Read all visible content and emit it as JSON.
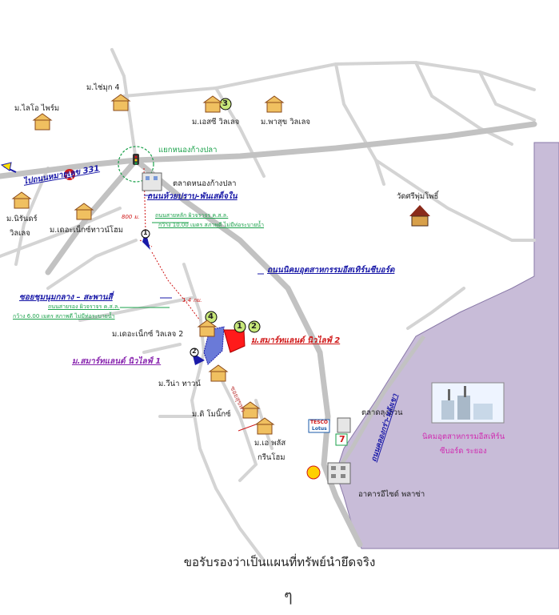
{
  "places": {
    "chaimuk4": "ม.ไช่มุก 4",
    "lolofarm": "ม.ไลโอ ไพร์ม",
    "esc_village": "ม.เอสซี วิลเลจ",
    "pasuk_village": "ม.พาสุข วิลเลจ",
    "nirin_village_line1": "ม.นิรันดร์",
    "nirin_village_line2": "วิลเลจ",
    "connect_townhome": "ม.เดอะเน็กซ์ทาวน์โฮม",
    "connect_village2": "ม.เดอะเน็กซ์ วิลเลจ 2",
    "vina_town": "ม.วีน่า ทาวน์",
    "the_monic": "ม.ดิ โมนิ๊กซ์",
    "ae_plus_line1": "ม.เอ พลัส",
    "ae_plus_line2": "กรีนโฮม",
    "wat": "วัดศรีพุ่มโพธิ์",
    "market_nongkang": "ตลาดหนองก้างปลา",
    "market_lung": "ตลาดลุงอ้วน",
    "arcade": "อาคารอีไซด์ พลาซ่า",
    "junction": "แยกหนองก้างปลา"
  },
  "roads": {
    "route331": "ไปถนนหมายเลข 331",
    "huai_prap": "ถนนห้วยปราบ-พันเสด็จใน",
    "industrial_road": "ถนนนิคมอุตสาหกรรมอีสเทิร์นซีบอร์ด",
    "soi_chum": "ซอยชุมนุมกลาง – สะพานสี่",
    "soi_path": "ซอยสุขพร",
    "khlong_road": "ถนนคลองกร่า-หลังเขา",
    "main_road_note1": "ถนนสายหลัก ผิวจราจร ค.ส.ล.",
    "main_road_note2": "กว้าง 10.00 เมตร สภาพดี ไม่มีท่อระบายน้ำ",
    "soi_note1": "ถนนสายรอง ผิวจราจร ค.ส.ล.",
    "soi_note2": "กว้าง 6.00 เมตร สภาพดี ไม่มีท่อระบายน้ำ",
    "dist_800": "800 ม.",
    "dist_14": "1.4 กม."
  },
  "projects": {
    "smartland2": "ม.สมาร์ทแลนด์ นิวไลฟ์ 2",
    "smartland1": "ม.สมาร์ทแลนด์ นิวไลฟ์ 1"
  },
  "industrial_estate": {
    "line1": "นิคมอุตสาหกรรมอีสเทิร์น",
    "line2": "ซีบอร์ด ระยอง"
  },
  "markers": [
    "1",
    "2",
    "3",
    "4"
  ],
  "shops": {
    "tesco": "TESCO",
    "lotus": "Lotus",
    "seven": "7"
  },
  "certification": "ขอรับรองว่าเป็นแผนที่ทรัพย์นำยึดจริง",
  "signature": "ๆ",
  "colors": {
    "estate_fill": "#c8bcd8",
    "road_main": "#c8c8c8",
    "road_minor": "#d6d6d6",
    "plot_red": "#ff1a1a",
    "plot_blue": "#6a7ad8",
    "label_blue": "#1a1aa8",
    "label_green": "#1aa14a",
    "label_magenta": "#d02ab0",
    "marker_fill": "#c8e87a"
  },
  "icons": [
    "village-house-icon",
    "temple-icon",
    "factory-icon",
    "traffic-light-icon",
    "building-icon",
    "tesco-lotus-icon",
    "seven-eleven-icon",
    "gas-station-icon",
    "shell-icon",
    "arrow-icon"
  ]
}
